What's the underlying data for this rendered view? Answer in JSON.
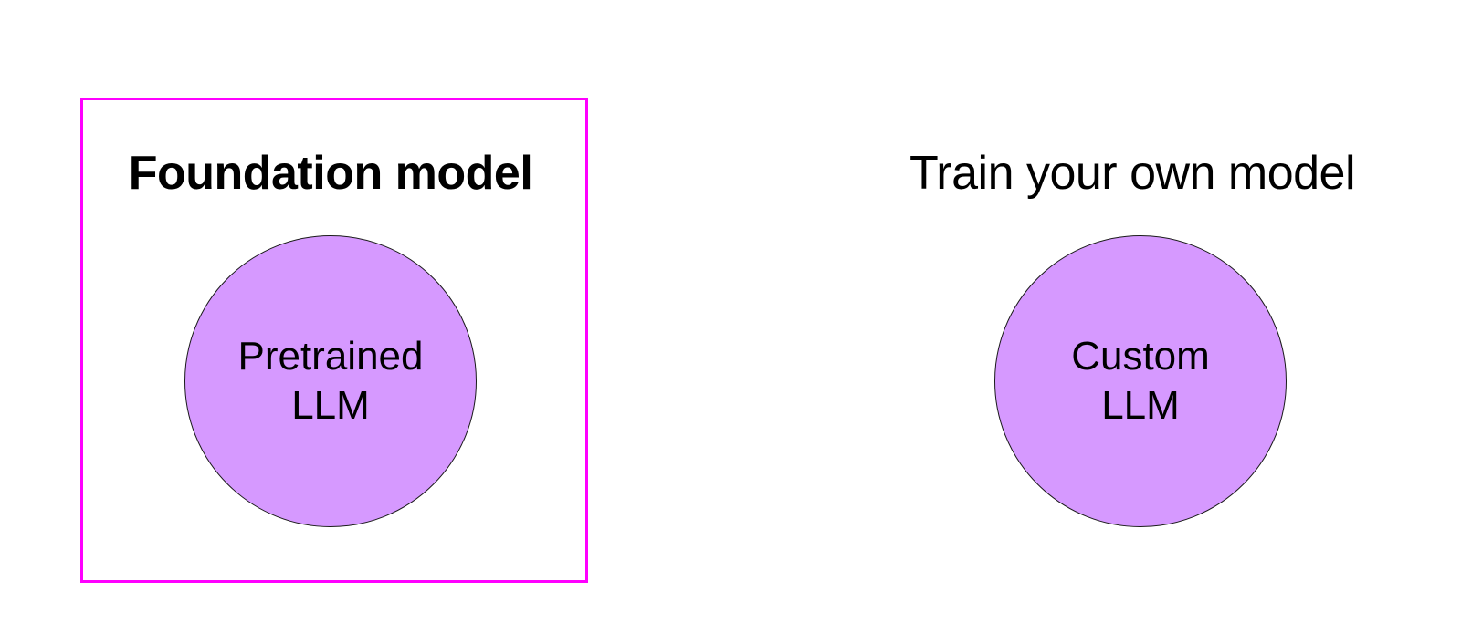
{
  "colors": {
    "selection_border": "#ff00ff",
    "circle_fill": "#d699ff",
    "circle_border": "#1a1a1a",
    "text": "#000000",
    "background": "#ffffff"
  },
  "left_panel": {
    "title": "Foundation model",
    "circle_line1": "Pretrained",
    "circle_line2": "LLM",
    "selected": true
  },
  "right_panel": {
    "title": "Train your own model",
    "circle_line1": "Custom",
    "circle_line2": "LLM"
  }
}
